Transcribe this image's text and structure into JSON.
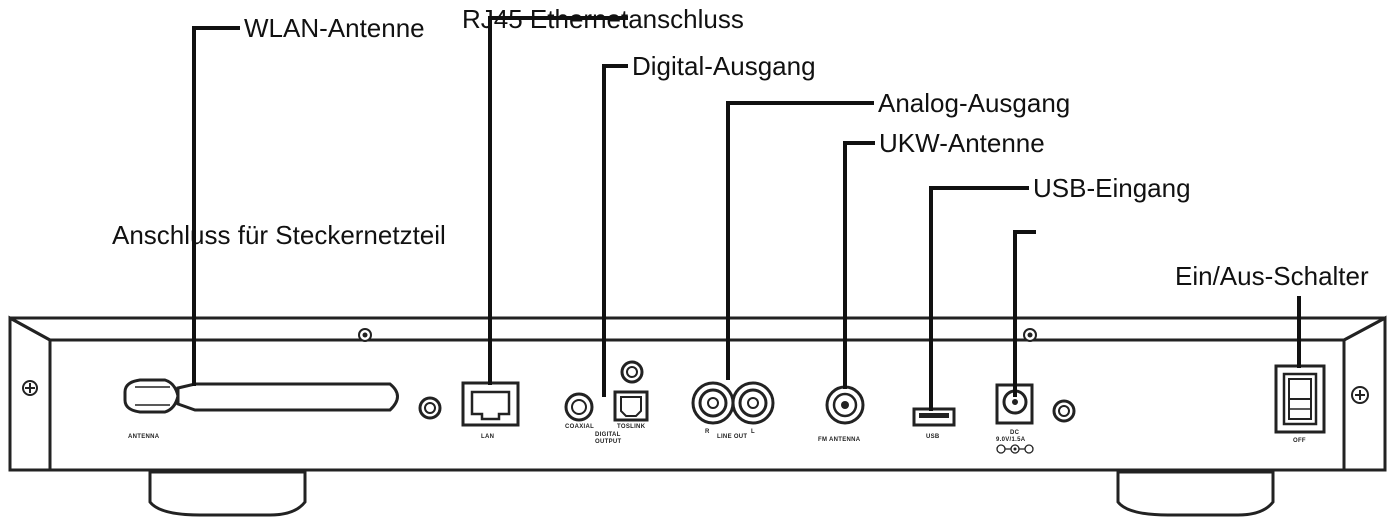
{
  "callouts": {
    "wlan_antenna": "WLAN-Antenne",
    "rj45": "RJ45 Ethernetanschluss",
    "digital_out": "Digital-Ausgang",
    "analog_out": "Analog-Ausgang",
    "fm_antenna": "UKW-Antenne",
    "usb_in": "USB-Eingang",
    "power_adapter": "Anschluss für Steckernetzteil",
    "power_switch": "Ein/Aus-Schalter"
  },
  "panel_labels": {
    "antenna": "ANTENNA",
    "lan": "LAN",
    "coaxial": "COAXIAL",
    "toslink": "TOSLINK",
    "digital": "DIGITAL",
    "output": "OUTPUT",
    "line_r": "R",
    "line_out": "LINE OUT",
    "line_l": "L",
    "fm_antenna": "FM ANTENNA",
    "usb": "USB",
    "dc": "DC",
    "dc_rating": "9.0V/1.5A",
    "power": "OFF"
  }
}
